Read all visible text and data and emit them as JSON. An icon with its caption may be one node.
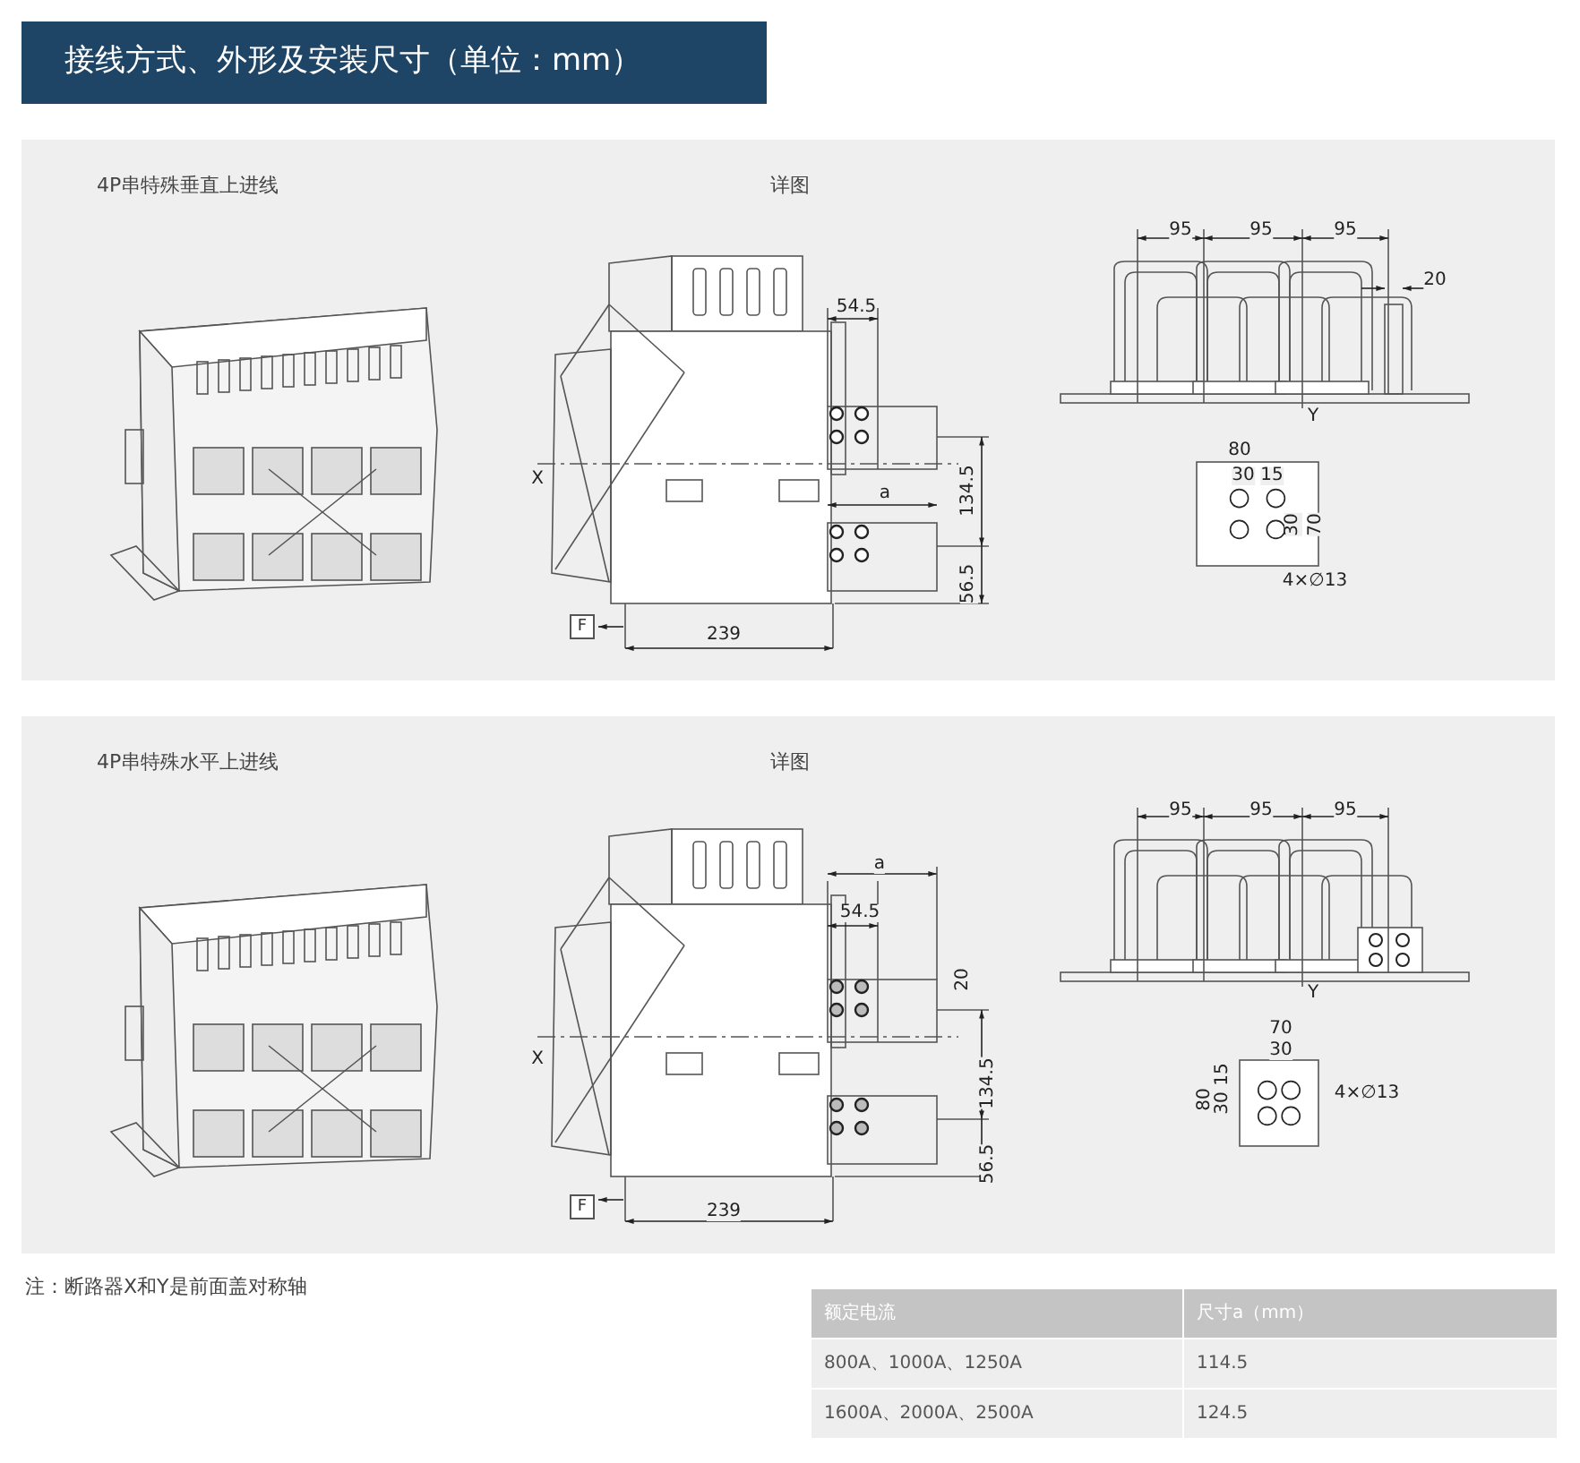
{
  "diagram": {
    "title": "接线方式、外形及安装尺寸（单位：mm）",
    "nodes": [
      {
        "text": [
          "4P串特殊垂直上进线",
          "详图"
        ]
      },
      {
        "text": [
          "F"
        ],
        "in": 0
      },
      {
        "text": [
          "4P串特殊水平上进线",
          "详图"
        ]
      },
      {
        "text": [
          "F"
        ],
        "in": 2
      }
    ],
    "labels": [
      "54.5",
      "X",
      "a",
      "134.5",
      "56.5",
      "239",
      "95",
      "95",
      "95",
      "20",
      "Y",
      "80",
      "30",
      "15",
      "30",
      "70",
      "4×∅13",
      "a",
      "54.5",
      "20",
      "X",
      "134.5",
      "56.5",
      "239",
      "95",
      "95",
      "95",
      "Y",
      "70",
      "30",
      "80",
      "15",
      "30",
      "4×∅13",
      "注：断路器X和Y是前面盖对称轴",
      "额定电流",
      "尺寸a（mm）",
      "800A、1000A、1250A",
      "114.5",
      "1600A、2000A、2500A",
      "124.5"
    ]
  }
}
